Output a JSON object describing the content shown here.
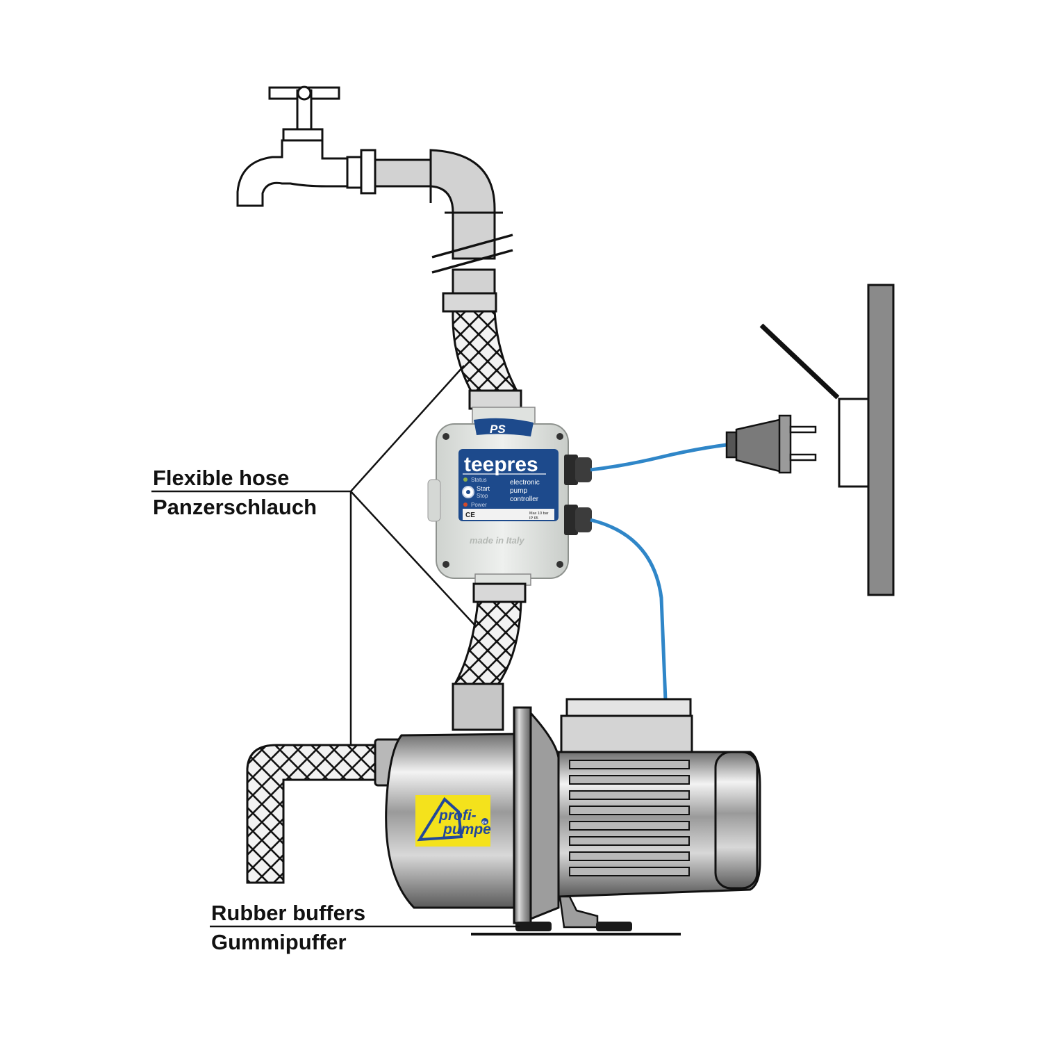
{
  "labels": {
    "hose_en": "Flexible hose",
    "hose_de": "Panzerschlauch",
    "buffer_en": "Rubber buffers",
    "buffer_de": "Gummipuffer"
  },
  "controller": {
    "badge": "PS",
    "brand": "teepres",
    "status": "Status",
    "start": "Start",
    "stop": "Stop",
    "power": "Power",
    "description_1": "electronic",
    "description_2": "pump",
    "description_3": "controller",
    "cert": "CE",
    "spec_1": "Max 10 bar",
    "spec_2": "IP 65",
    "made_in": "made in Italy"
  },
  "pump_logo": {
    "line_1": "profi-",
    "line_2": "pumpe",
    "suffix": "de"
  },
  "colors": {
    "cable": "#2f86c8",
    "pipe": "#d2d2d2",
    "controller_body": "#e6e9e6",
    "controller_panel": "#1d4a8c",
    "logo_bg": "#f4e21c",
    "logo_text": "#22479a"
  },
  "icons": [
    "water-tap-icon",
    "power-plug-icon",
    "wall-socket-icon",
    "pump-icon"
  ]
}
